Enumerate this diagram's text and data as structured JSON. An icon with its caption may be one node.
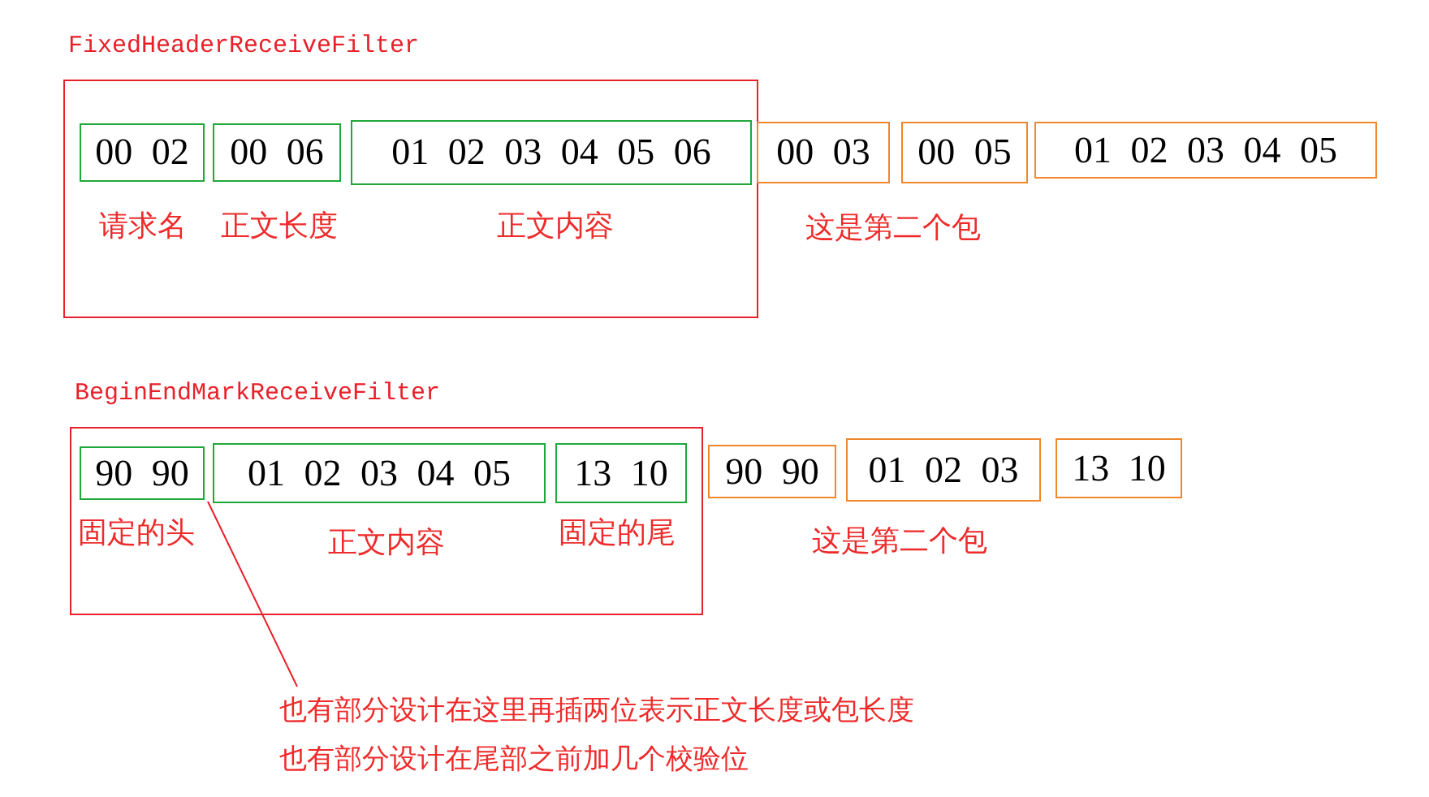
{
  "diagram": {
    "nodes": [
      {
        "text": [
          "FixedHeaderReceiveFilter"
        ]
      },
      {
        "text": [
          "00 02"
        ],
        "in": 0,
        "beside": [
          "请求名"
        ]
      },
      {
        "text": [
          "00 06"
        ],
        "in": 0,
        "beside": [
          "正文长度"
        ]
      },
      {
        "text": [
          "01 02 03 04 05 06"
        ],
        "in": 0,
        "beside": [
          "正文内容"
        ]
      },
      {
        "text": [
          "00 03"
        ]
      },
      {
        "text": [
          "00 05"
        ]
      },
      {
        "text": [
          "01 02 03 04 05"
        ]
      },
      {
        "text": [
          "BeginEndMarkReceiveFilter"
        ]
      },
      {
        "text": [
          "90 90"
        ],
        "in": 7,
        "beside": [
          "固定的头"
        ]
      },
      {
        "text": [
          "01 02 03 04 05"
        ],
        "in": 7,
        "beside": [
          "正文内容"
        ]
      },
      {
        "text": [
          "13 10"
        ],
        "in": 7,
        "beside": [
          "固定的尾"
        ]
      },
      {
        "text": [
          "90 90"
        ]
      },
      {
        "text": [
          "01 02 03"
        ]
      },
      {
        "text": [
          "13 10"
        ]
      },
      {
        "text": [
          "也有部分设计在这里再插两位表示正文长度或包长度",
          "也有部分设计在尾部之前加几个校验位"
        ]
      }
    ],
    "edges": [
      {
        "from": 14,
        "to": 8,
        "arrow": "none"
      }
    ],
    "labels": [
      "这是第二个包",
      "这是第二个包"
    ]
  }
}
